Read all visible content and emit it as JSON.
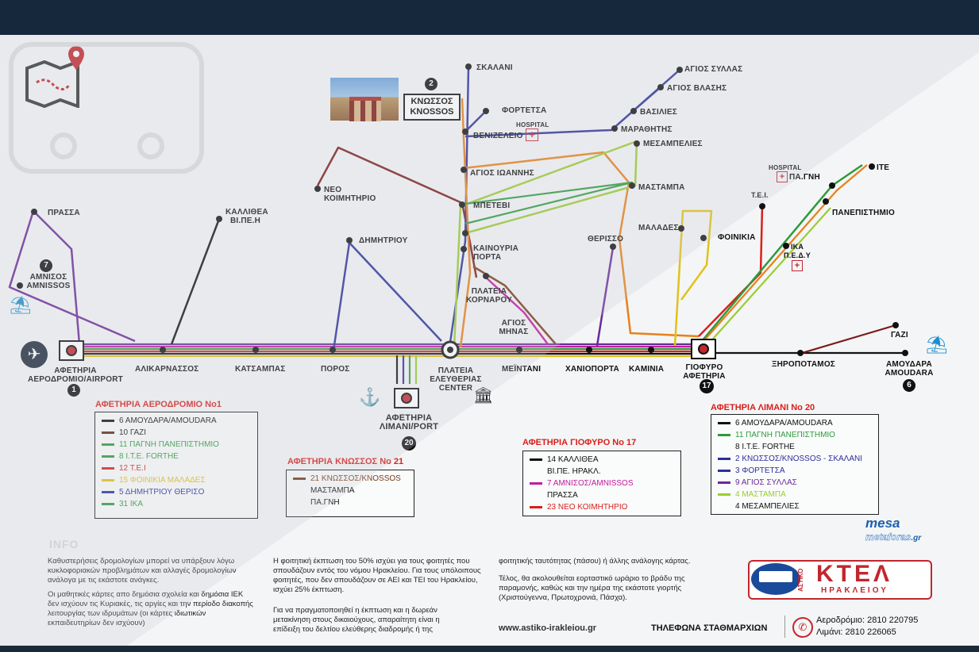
{
  "stations": {
    "skalani": "ΣΚΑΛΑΝΙ",
    "fortetsa": "ΦΟΡΤΕΤΣΑ",
    "hospital_a": "HOSPITAL",
    "venizeleio": "ΒΕΝΙΖΕΛΕΙΟ",
    "agios_ioannis": "ΑΓΙΟΣ ΙΩΑΝΝΗΣ",
    "mpetevi": "ΜΠΕΤΕΒΙ",
    "kainouria_porta": "ΚΑΙΝΟΥΡΙΑ ΠΟΡΤΑ",
    "plateia_kornarou": "ΠΛΑΤΕΙΑ ΚΟΡΝΑΡΟΥ",
    "agios_minas": "ΑΓΙΟΣ ΜΗΝΑΣ",
    "agios_syllas": "ΑΓΙΟΣ ΣΥΛΛΑΣ",
    "agios_vlasis": "ΑΓΙΟΣ ΒΛΑΣΗΣ",
    "vasilies": "ΒΑΣΙΛΙΕΣ",
    "marathitis": "ΜΑΡΑΘΗΤΗΣ",
    "mesampelies": "ΜΕΣΑΜΠΕΛΙΕΣ",
    "mastampa": "ΜΑΣΤΑΜΠΑ",
    "malades": "ΜΑΛΑΔΕΣ",
    "foinikia": "ΦΟΙΝΙΚΙΑ",
    "therisso": "ΘΕΡΙΣΣΟ",
    "neo_koimitirio": "ΝΕΟ ΚΟΙΜΗΤΗΡΙΟ",
    "dimitriou": "ΔΗΜΗΤΡΙΟΥ",
    "kallithea": "ΚΑΛΛΙΘΕΑ ΒΙ.ΠΕ.Η",
    "prassa": "ΠΡΑΣΣΑ",
    "amnissos": "ΑΜΝΙΣΟΣ AMNISSOS",
    "aerodromio": "ΑΦΕΤΗΡΙΑ ΑΕΡΟΔΡΟΜΙΟ/AIRPORT",
    "alikarnassos": "ΑΛΙΚΑΡΝΑΣΣΟΣ",
    "katsampas": "ΚΑΤΣΑΜΠΑΣ",
    "poros": "ΠΟΡΟΣ",
    "plateia_eleftherias": "ΠΛΑΤΕΙΑ ΕΛΕΥΘΕΡΙΑΣ CENTER",
    "meintani": "ΜΕΪΝΤΑΝΙ",
    "chanioporta": "ΧΑΝΙΟΠΟΡΤΑ",
    "kaminia": "ΚΑΜΙΝΙΑ",
    "giofyro": "ΓΙΟΦΥΡΟ ΑΦΕΤΗΡΙΑ",
    "xiropotamos": "ΞΗΡΟΠΟΤΑΜΟΣ",
    "amoudara": "ΑΜΟΥΔΑΡΑ AMOUDARA",
    "gazi": "ΓΑΖΙ",
    "port": "ΑΦΕΤΗΡΙΑ ΛΙΜΑΝΙ/PORT",
    "ite": "ΙΤΕ",
    "hospital_b": "HOSPITAL",
    "pagni": "ΠΑ.ΓΝΗ",
    "panepistimio": "ΠΑΝΕΠΙΣΤΗΜΙΟ",
    "tei": "Τ.Ε.Ι.",
    "ika": "ΙΚΑ Π.Ε.Δ.Υ",
    "knossos": "ΚΝΩΣΣΟΣ KNOSSOS"
  },
  "badges": {
    "knossos": "2",
    "amnissos": "7",
    "airport": "1",
    "port": "20",
    "giofyro": "17",
    "amoudara": "6"
  },
  "legends": {
    "airport": {
      "title": "ΑΦΕΤΗΡΙΑ ΑΕΡΟΔΡΟΜΙΟ Νο1",
      "rows": [
        {
          "text": "6 ΑΜΟΥΔΑΡΑ/AMOUDARA",
          "color": "#111111"
        },
        {
          "text": "10 ΓΑΖΙ",
          "color": "#5a2a1a"
        },
        {
          "text": "11 ΠΑΓΝΗ ΠΑΝΕΠΙΣΤΗΜΙΟ",
          "color": "#2e9a3c"
        },
        {
          "text": "8 Ι.Τ.Ε. FORTHE",
          "color": "#2e9a3c"
        },
        {
          "text": "12 Τ.Ε.Ι",
          "color": "#d9201c"
        },
        {
          "text": "15 ΦΟΙΝΙΚΙΑ ΜΑΛΑΔΕΣ",
          "color": "#e0c21a"
        },
        {
          "text": "5 ΔΗΜΗΤΡΙΟΥ ΘΕΡΙΣΟ",
          "color": "#2b2f9a"
        },
        {
          "text": "31 ΙΚΑ",
          "color": "#2e9a3c"
        }
      ]
    },
    "knossos": {
      "title": "ΑΦΕΤΗΡΙΑ ΚΝΩΣΣΟΣ Νο 21",
      "rows": [
        {
          "text": "21 ΚΝΩΣΣΟΣ/KNOSSOS",
          "color": "#7a3a1a"
        },
        {
          "text": "ΜΑΣΤΑΜΠΑ",
          "color": ""
        },
        {
          "text": "ΠΑ.ΓΝΗ",
          "color": ""
        }
      ]
    },
    "giofyro": {
      "title": "ΑΦΕΤΗΡΙΑ ΓΙΟΦΥΡΟ Νο 17",
      "rows": [
        {
          "text": "14 ΚΑΛΛΙΘΕΑ",
          "color": "#111111"
        },
        {
          "text": "ΒΙ.ΠΕ. ΗΡΑΚΛ.",
          "color": ""
        },
        {
          "text": "7 ΑΜΝΙΣΟΣ/AMNISSOS",
          "color": "#c21a9e"
        },
        {
          "text": "ΠΡΑΣΣΑ",
          "color": ""
        },
        {
          "text": "23 ΝΕΟ ΚΟΙΜΗΤΗΡΙΟ",
          "color": "#d9201c"
        }
      ]
    },
    "port": {
      "title": "ΑΦΕΤΗΡΙΑ ΛΙΜΑΝΙ Νο 20",
      "rows": [
        {
          "text": "6 ΑΜΟΥΔΑΡΑ/AMOUDARA",
          "color": "#111111"
        },
        {
          "text": "11 ΠΑΓΝΗ ΠΑΝΕΠΙΣΤΗΜΙΟ",
          "color": "#2e9a3c"
        },
        {
          "text": "8 Ι.Τ.Ε. FORTHE",
          "color": ""
        },
        {
          "text": "2 ΚΝΩΣΣΟΣ/KNOSSOS - ΣΚΑΛΑΝΙ",
          "color": "#2b2f9a"
        },
        {
          "text": "3 ΦΟΡΤΕΤΣΑ",
          "color": "#2b2f9a"
        },
        {
          "text": "9 ΑΓΙΟΣ ΣΥΛΛΑΣ",
          "color": "#6a2a9a"
        },
        {
          "text": "4 ΜΑΣΤΑΜΠΑ",
          "color": "#9acd32"
        },
        {
          "text": "4 ΜΕΣΑΜΠΕΛΙΕΣ",
          "color": ""
        }
      ]
    }
  },
  "info": {
    "heading": "INFO",
    "col1a": "Καθυστερήσεις δρομολογίων μπορεί να υπάρξουν λόγω κυκλοφοριακών προβλημάτων και αλλαγές δρομολογίων ανάλογα με τις εκάστοτε ανάγκες.",
    "col1b": "Οι μαθητικές κάρτες απο δημόσια σχολεία και δημόσια ΙΕΚ δεν ισχύουν τις Κυριακές, τις αργίες και την περίοδο διακοπής λειτουργίας των ιδρυμάτων (οι κάρτες ιδιωτικών εκπαιδευτηρίων δεν ισχύουν)",
    "col2a": "Η φοιτητική έκπτωση του 50% ισχύει για τους φοιτητές που σπουδάζουν εντός του νόμου Ηρακλείου. Για τους υπόλοιπους φοιτητές, που δεν σπουδάζουν σε ΑΕΙ και ΤΕΙ του Ηρακλείου, ισχύει 25% έκπτωση.",
    "col2b": "Για να πραγματοποιηθεί η έκπτωση και η δωρεάν μετακίνηση στους δικαιούχους, απαραίτητη είναι η επίδειξη του δελτίου ελεύθερης διαδρομής ή της",
    "col3a": "φοιτητικής ταυτότητας (πάσου) ή άλλης ανάλογης κάρτας.",
    "col3b": "Τέλος, θα ακολουθείται εορταστικό ωράριο το βράδυ της παραμονής, καθώς και την ημέρα της εκάστοτε γιορτής (Χριστούγεννα, Πρωτοχρονιά, Πάσχα).",
    "website": "www.astiko-irakleiou.gr",
    "phones_title": "ΤΗΛΕΦΩΝΑ ΣΤΑΘΜΑΡΧΙΩΝ",
    "phone1": "Αεροδρόμιο: 2810 220795",
    "phone2": "Λιμάνι: 2810 226065"
  },
  "brand": {
    "small": "ΑΣΤΙΚΟ",
    "big": "ΚΤΕΛ",
    "sub": "ΗΡΑΚΛΕΙΟΥ",
    "watermark1": "mesa",
    "watermark2": "metaforas",
    "watermark3": ".gr"
  },
  "colors": {
    "black": "#111111",
    "brown": "#7a3a1a",
    "green": "#2e9a3c",
    "lime": "#9acd32",
    "red": "#d9201c",
    "yellow": "#e0c21a",
    "blue": "#2b2f9a",
    "purple": "#6a2a9a",
    "magenta": "#c21a9e",
    "orange": "#e8801a",
    "dark_red": "#7a1a1a"
  }
}
